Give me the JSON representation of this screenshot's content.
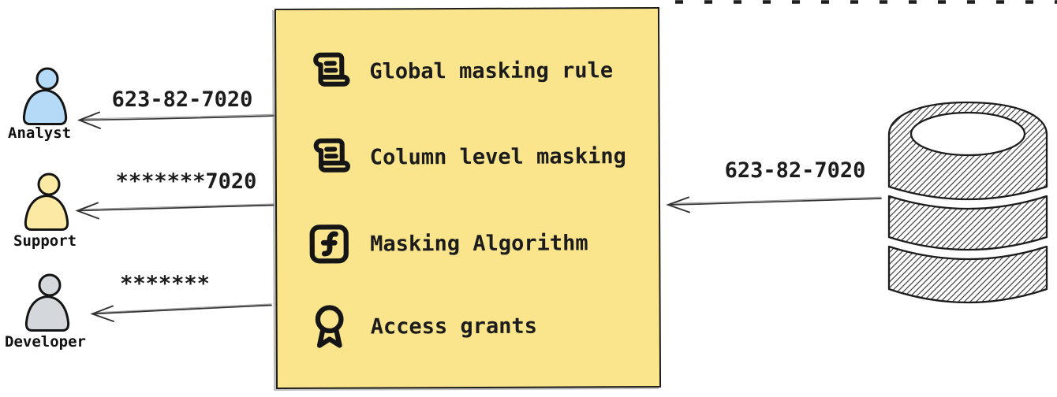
{
  "personas": [
    {
      "id": "analyst",
      "label": "Analyst",
      "arrow_value": "623-82-7020",
      "color": "#B4DAF8",
      "icon": "user-icon"
    },
    {
      "id": "support",
      "label": "Support",
      "arrow_value": "*******7020",
      "color": "#FCE9A3",
      "icon": "user-icon"
    },
    {
      "id": "developer",
      "label": "Developer",
      "arrow_value": "*******",
      "color": "#D4D8DC",
      "icon": "user-icon"
    }
  ],
  "masking_box": {
    "bg_color": "#FAE58C",
    "border_color": "#1d1d1d",
    "items": [
      {
        "icon": "scroll-icon",
        "label": "Global masking rule"
      },
      {
        "icon": "scroll-icon",
        "label": "Column level masking"
      },
      {
        "icon": "function-icon",
        "label": "Masking Algorithm"
      },
      {
        "icon": "award-icon",
        "label": "Access grants"
      }
    ]
  },
  "database": {
    "icon": "database-icon",
    "arrow_value": "623-82-7020"
  },
  "colors": {
    "ink": "#1c1c1c",
    "arrow": "#333333"
  }
}
